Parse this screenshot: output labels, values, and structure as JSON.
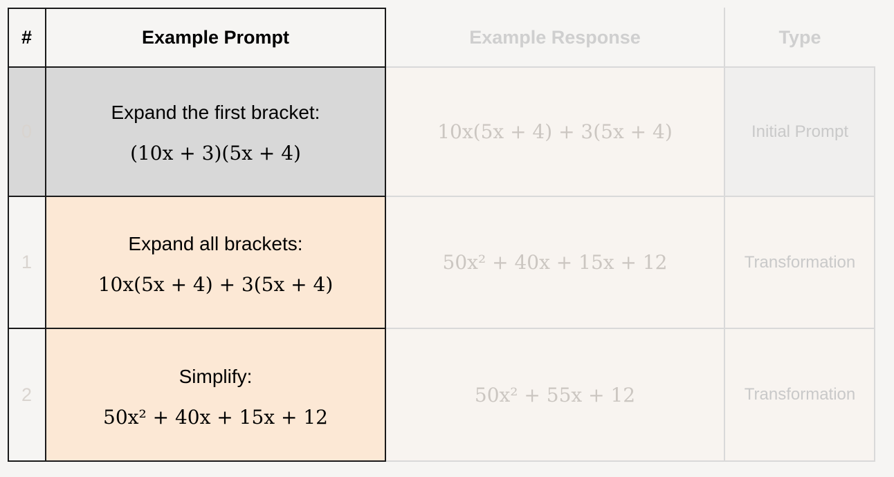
{
  "table": {
    "headers": {
      "num": "#",
      "prompt": "Example Prompt",
      "response": "Example Response",
      "type": "Type"
    },
    "rows": [
      {
        "num": "0",
        "instruction": "Expand the first bracket:",
        "expression": "(10x + 3)(5x + 4)",
        "response": "10x(5x + 4) + 3(5x + 4)",
        "type": "Initial Prompt"
      },
      {
        "num": "1",
        "instruction": "Expand all brackets:",
        "expression": "10x(5x + 4) + 3(5x + 4)",
        "response": "50x² + 40x + 15x + 12",
        "type": "Transformation"
      },
      {
        "num": "2",
        "instruction": "Simplify:",
        "expression": "50x² + 40x + 15x + 12",
        "response": "50x² + 55x + 12",
        "type": "Transformation"
      }
    ]
  },
  "colors": {
    "row0_prompt_bg": "#d8d8d8",
    "row12_prompt_bg": "#fce8d5",
    "faded_bg": "#f8f4f0",
    "faded_text": "#cbc6c1"
  }
}
